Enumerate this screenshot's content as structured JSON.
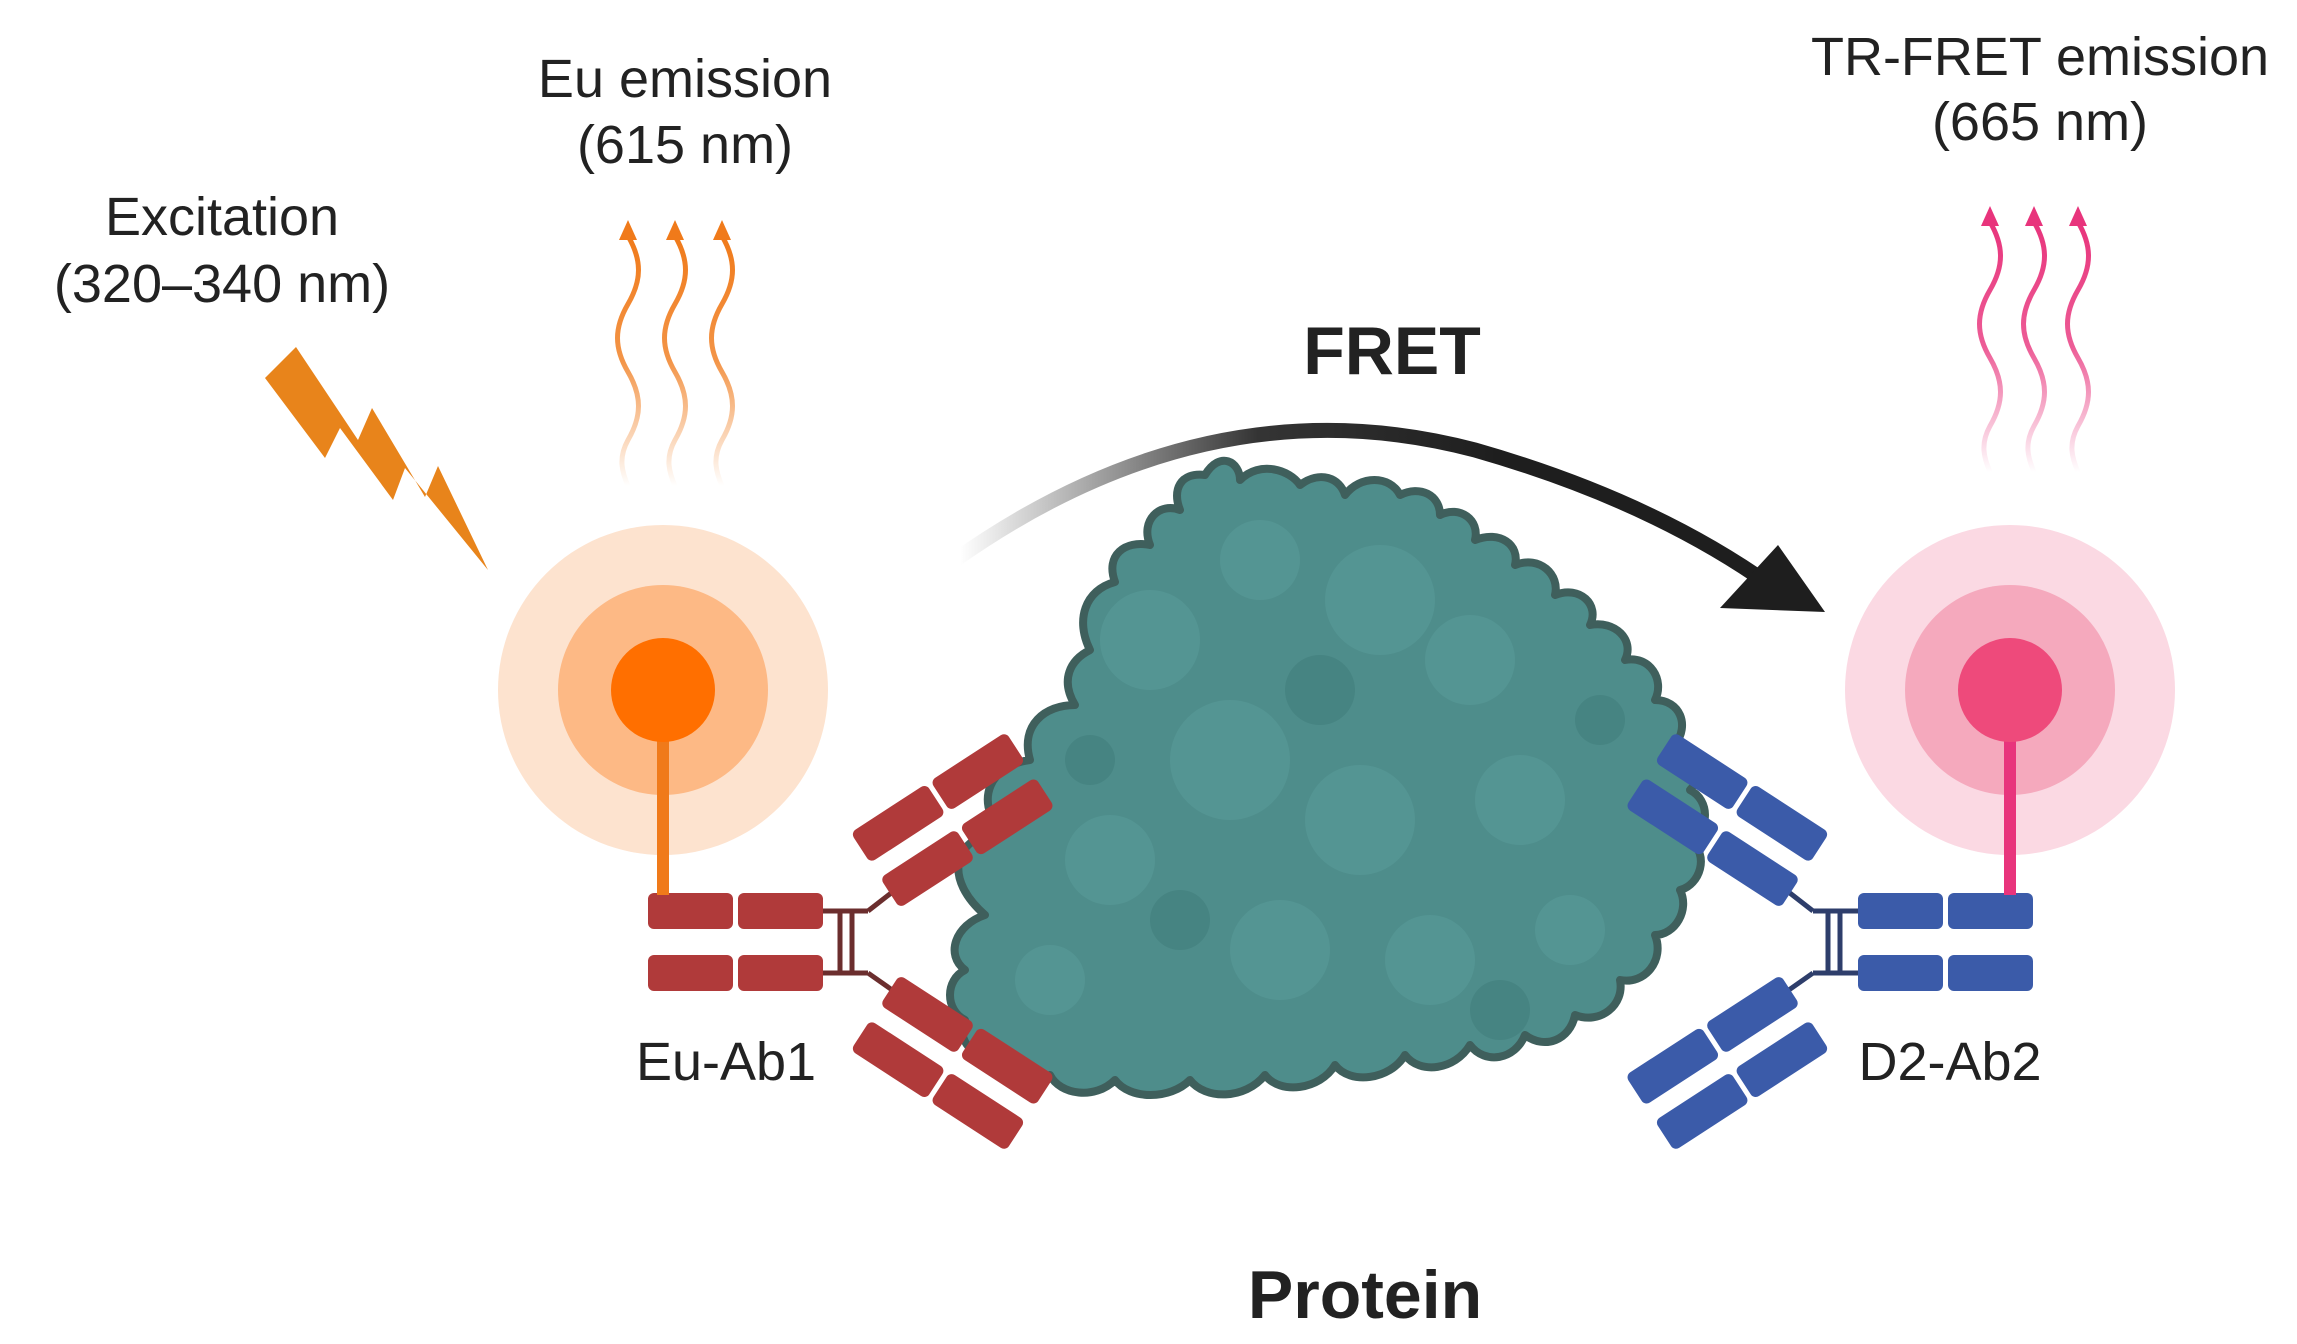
{
  "labels": {
    "excitation_line1": "Excitation",
    "excitation_line2": "(320–340 nm)",
    "eu_emission_line1": "Eu emission",
    "eu_emission_line2": "(615 nm)",
    "trfret_line1": "TR-FRET emission",
    "trfret_line2": "(665 nm)",
    "fret": "FRET",
    "donor_antibody": "Eu-Ab1",
    "acceptor_antibody": "D2-Ab2",
    "protein": "Protein"
  },
  "colors": {
    "excitation": "#E8841B",
    "eu_emission": "#F07A1A",
    "eu_core": "#FF6F00",
    "eu_glow_outer": "#FDE3CF",
    "eu_glow_inner": "#FDB985",
    "d2_emission": "#E8347C",
    "d2_core": "#EE4A7B",
    "d2_glow_outer": "#FBD9E3",
    "d2_glow_inner": "#F5A9BD",
    "antibody_1": "#B03A3A",
    "antibody_2": "#3B5BA9",
    "protein_fill": "#4E8D8B",
    "protein_outline": "#3F5F5C",
    "fret_arrow": "#1E1E1E"
  },
  "icons": {
    "excitation": "lightning-bolt-icon",
    "eu_emission": "wavy-arrows-icon",
    "trfret_emission": "wavy-arrows-icon",
    "donor": "europium-donor-icon",
    "acceptor": "d2-acceptor-icon"
  }
}
